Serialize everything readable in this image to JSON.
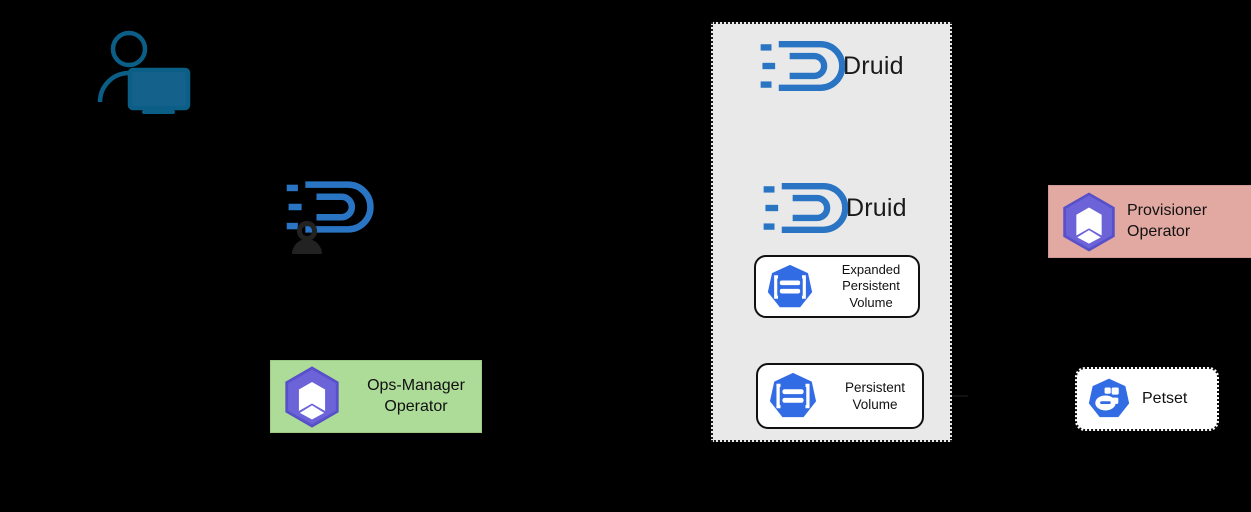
{
  "diagram": {
    "title": "Druid Kubernetes Operator volume expansion flow",
    "background_color": "#000000",
    "cluster_panel": {
      "name": "kubernetes-cluster-panel",
      "fill": "#E9E9E9",
      "border_style": "dotted"
    },
    "nodes": {
      "user": {
        "icon": "user-at-computer-icon",
        "color": "#0B5E86"
      },
      "druid_user": {
        "icon": "druid-logo-icon",
        "badge_icon": "person-icon",
        "color": "#2A74C4"
      },
      "ops_manager_operator": {
        "label": "Ops-Manager\nOperator",
        "icon": "operator-hexagon-icon",
        "fill": "#ADDB98",
        "icon_color": "#6C63D8"
      },
      "provisioner_operator": {
        "label": "Provisioner\nOperator",
        "icon": "operator-hexagon-icon",
        "fill": "#E2A9A2",
        "icon_color": "#6C63D8"
      },
      "druid_top": {
        "label": "Druid",
        "icon": "druid-logo-icon",
        "color": "#2A74C4"
      },
      "druid_bottom": {
        "label": "Druid",
        "icon": "druid-logo-icon",
        "color": "#2A74C4"
      },
      "expanded_persistent_volume": {
        "label": "Expanded\nPersistent\nVolume",
        "icon": "kubernetes-persistent-volume-icon",
        "fill": "#FFFFFF",
        "icon_color": "#326CE5"
      },
      "persistent_volume": {
        "label": "Persistent\nVolume",
        "icon": "kubernetes-persistent-volume-icon",
        "fill": "#FFFFFF",
        "icon_color": "#326CE5"
      },
      "petset": {
        "label": "Petset",
        "icon": "kubernetes-petset-icon",
        "fill": "#FFFFFF",
        "icon_color": "#326CE5"
      }
    },
    "connectors": [
      {
        "name": "to-druid-top-solid-upper",
        "style": "solid",
        "direction": "right"
      },
      {
        "name": "to-druid-top-dashed",
        "style": "dashed",
        "direction": "right"
      },
      {
        "name": "to-druid-top-solid-lower",
        "style": "solid",
        "direction": "up-right"
      },
      {
        "name": "to-druid-top-from-right",
        "style": "solid",
        "direction": "up-left"
      },
      {
        "name": "druid-top-to-druid-bottom",
        "style": "dashed",
        "direction": "down"
      },
      {
        "name": "persistent-volume-to-expanded",
        "style": "dashed",
        "direction": "up"
      },
      {
        "name": "into-persistent-volume-left",
        "style": "solid",
        "direction": "right"
      },
      {
        "name": "into-persistent-volume-right",
        "style": "solid",
        "direction": "left"
      }
    ]
  }
}
